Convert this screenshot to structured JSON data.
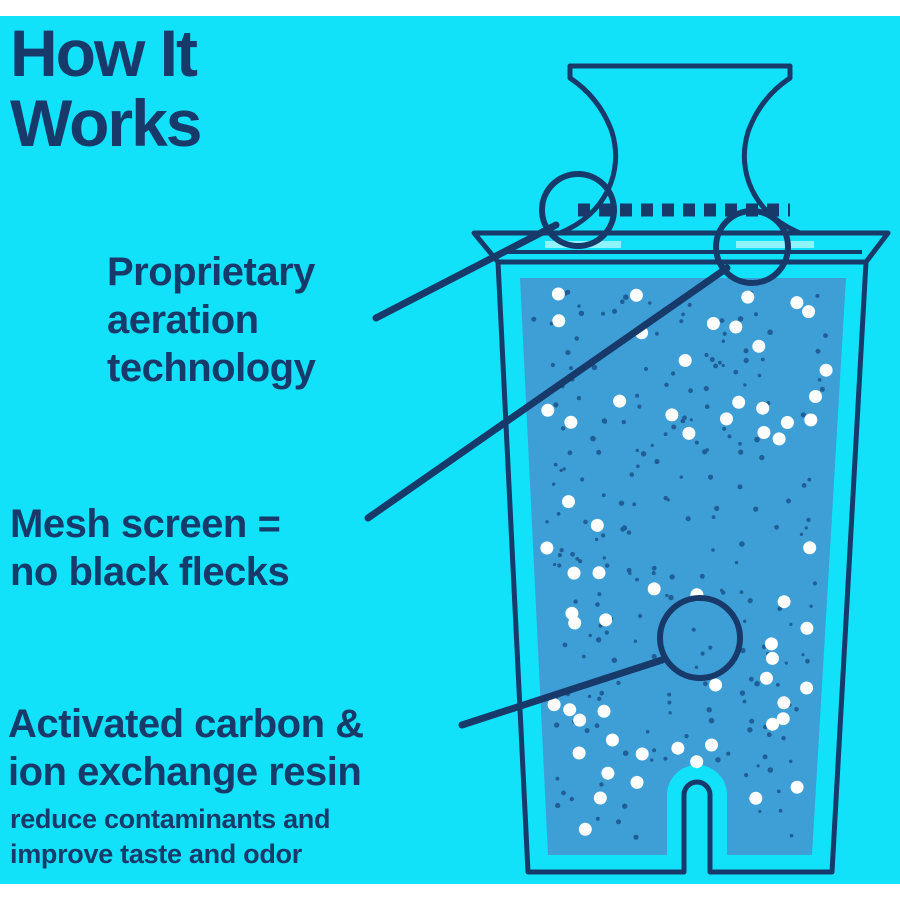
{
  "title": {
    "line1": "How It",
    "line2": "Works"
  },
  "callouts": {
    "aeration": {
      "lines": [
        "Proprietary",
        "aeration",
        "technology"
      ]
    },
    "mesh": {
      "lines": [
        "Mesh screen =",
        "no black flecks"
      ]
    },
    "carbon": {
      "lines": [
        "Activated carbon &",
        "ion exchange resin"
      ],
      "sub_lines": [
        "reduce contaminants and",
        "improve taste and odor"
      ]
    }
  },
  "colors": {
    "background": "#11e2f9",
    "navy": "#173a6a",
    "filter_fill": "#3e9fd6",
    "bubble": "#ffffff",
    "highlight": "#8ff4ff"
  },
  "icons": [
    "filter-cartridge-icon",
    "magnifier-circle-icon"
  ]
}
